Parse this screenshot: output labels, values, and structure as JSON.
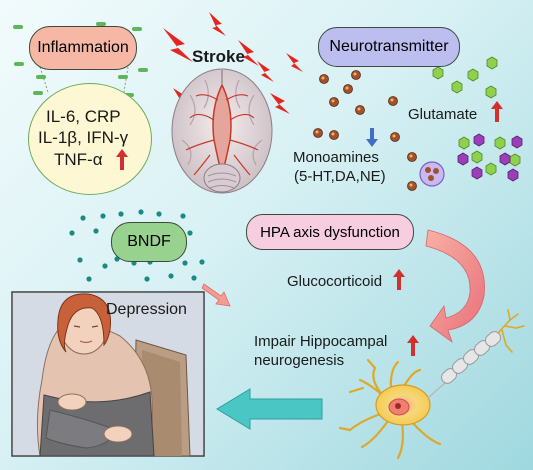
{
  "labels": {
    "inflammation": "Inflammation",
    "cytokines_line1": "IL-6, CRP",
    "cytokines_line2": "IL-1β, IFN-γ",
    "cytokines_line3": "TNF-α",
    "stroke": "Stroke",
    "neurotransmitter": "Neurotransmitter",
    "glutamate": "Glutamate",
    "monoamines_line1": "Monoamines",
    "monoamines_line2": "(5-HT,DA,NE)",
    "bndf": "BNDF",
    "hpa": "HPA axis dysfunction",
    "glucocorticoid": "Glucocorticoid",
    "hippocampal_line1": "Impair Hippocampal",
    "hippocampal_line2": "neurogenesis",
    "depression": "Depression"
  },
  "colors": {
    "inflammation_fill": "#f6b8a4",
    "cytokine_fill": "#fdf7d3",
    "neurotransmitter_fill": "#bcbef0",
    "bndf_fill": "#97d28f",
    "hpa_fill": "#f7cde0",
    "up_arrow": "#d32f2f",
    "down_arrow": "#3e6fc4",
    "big_arrow": "#4ac6c4",
    "lightning": "#e52521"
  }
}
